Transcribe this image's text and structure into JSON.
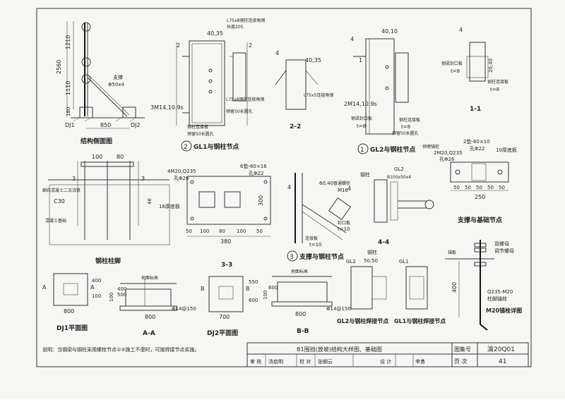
{
  "titles": {
    "side_elevation": "结构侧面图",
    "gl1_joint": "GL1与钢柱节点",
    "gl1_num": "2",
    "sec_2_2": "2-2",
    "gl2_joint": "GL2与钢柱节点",
    "gl2_num": "1",
    "sec_1_1": "1-1",
    "column_foot": "钢柱柱脚",
    "sec_3_3": "3-3",
    "brace_joint": "支撑与钢柱节点",
    "brace_num": "3",
    "sec_4_4": "4-4",
    "brace_base": "支撑与基础节点",
    "dj1_plan": "DJ1平面图",
    "aa": "A-A",
    "dj2_plan": "DJ2平面图",
    "bb": "B-B",
    "gl2_weld": "GL2与钢柱焊接节点",
    "gl1_weld": "GL1与钢柱焊接节点",
    "anchor_detail": "M20锚栓详图"
  },
  "labels": {
    "dj1": "DJ1",
    "dj2": "DJ2",
    "dim_2560": "2560",
    "dim_1210": "1210",
    "dim_1110": "1110",
    "dim_180": "180",
    "dim_850": "850",
    "brace": "支撑",
    "brace_size": "Φ50x4",
    "l75_1": "L75x8钢柱连接角钢",
    "l75_1b": "长度205",
    "l75_2": "L75x8钢柱连接角钢",
    "bolts_gl1": "3M14,10.9s",
    "slot_1": "预留50长圆孔",
    "slot_2": "预留50长圆孔",
    "col_plate": "钢柱连接板",
    "dim_4035": "40,35",
    "dim_40_35_b": "40,35",
    "l75_3": "L75x5连接角钢",
    "dim_40_10": "40,10",
    "bolts_gl2": "2M14,10.9s",
    "beam_seal": "钢梁封口板",
    "t8_a": "t=8",
    "col_plate2": "钢柱连接板",
    "t8_b": "t=8",
    "slot_3": "预留50长圆孔",
    "beam_seal2": "钢梁封口板",
    "t8_c": "t=8",
    "col_plate3": "钢柱连接板",
    "t8_d": "t=8",
    "dim_2040": "20,40",
    "dim_100_a": "100",
    "dim_80": "80",
    "grout": "细石混凝土二次浇筑",
    "c30": "C30",
    "concrete": "混凝土基础",
    "dim_46": "46",
    "bolts_4m20": "4M20,Q235",
    "hole_26": "孔Φ26",
    "washer": "6垫-60×16",
    "hole_22": "孔Φ22",
    "plate16": "16厚底板",
    "dim_300": "300",
    "dims_3_3": [
      "50",
      "100",
      "80",
      "100",
      "50"
    ],
    "dim_380": "380",
    "bolt_m16": "普通螺栓",
    "bolt_m16b": "M16",
    "seal_plate": "封口板",
    "t10": "t=10",
    "conn_plate": "连接板",
    "t10b": "t=10",
    "dims_60_40": "60,40",
    "steel_col": "钢柱",
    "gl2": "GL2",
    "b100": "B100x50x4",
    "anchor_pre": "预埋锚栓",
    "anchor_pre2": "2M20,Q235",
    "hole_26b": "孔Φ26",
    "washer2": "2垫-60×10",
    "hole_22b": "孔Φ22",
    "plate10": "10厚底板",
    "dims_base": [
      "50",
      "50",
      "50",
      "50",
      "50"
    ],
    "dim_250": "250",
    "dim_400a": "400",
    "dim_100b": "100",
    "dim_800a": "800",
    "ground_a": "地面标高",
    "dim_100c": "100",
    "dim_500": "500",
    "dim_400b": "400",
    "rebar_a": "Φ14@150",
    "dim_800b": "800",
    "dim_600": "600",
    "dim_550": "550",
    "dim_700": "700",
    "ground_b": "地面标高",
    "dim_100d": "100",
    "dim_600b": "600",
    "dim_800c": "800",
    "rebar_b": "Φ14@150",
    "gl2_b": "GL2",
    "col_b": "钢柱",
    "dim_50_50": "50,50",
    "gl1_b": "GL1",
    "double_nut": "双螺母",
    "adj_nut": "调节螺母",
    "anchor_plate": "锚板",
    "q235": "Q235-M20",
    "anchor_bolt": "柱脚锚栓",
    "dim_400c": "400"
  },
  "note": "说明：当钢梁与钢柱采用螺栓节点①②施工不便时，可按焊接节点实施。",
  "title_block": {
    "drawing_title": "B1围挡(放坡)结构大样图、基础图",
    "atlas_label": "图集号",
    "atlas_no": "渝20Q01",
    "review": "审  核",
    "reviewer": "汤启明",
    "check": "校  对",
    "checker": "张朝云",
    "design": "设  计",
    "designer": "李勇",
    "page_label": "页  次",
    "page_no": "41"
  }
}
